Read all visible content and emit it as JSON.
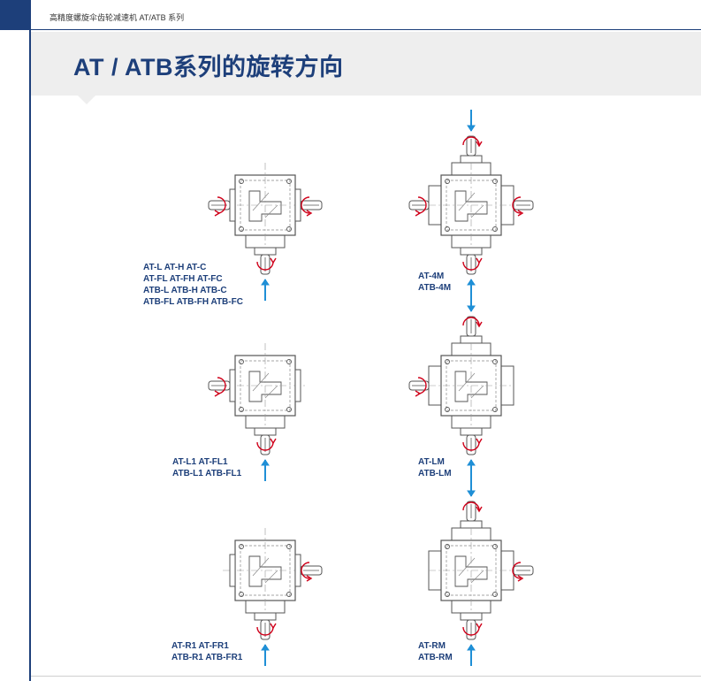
{
  "header": {
    "series_text": "高精度螺旋伞齿轮减速机 AT/ATB 系列"
  },
  "title": "AT / ATB系列的旋转方向",
  "colors": {
    "brand": "#1d3f7a",
    "arrow_blue": "#1f8fd6",
    "rotation_red": "#d0021b"
  },
  "diagrams": [
    {
      "id": "at-l",
      "lines": [
        "AT-L  AT-H  AT-C",
        "AT-FL  AT-FH  AT-FC",
        "ATB-L  ATB-H  ATB-C",
        "ATB-FL  ATB-FH  ATB-FC"
      ]
    },
    {
      "id": "at-4m",
      "lines": [
        "AT-4M",
        "ATB-4M"
      ]
    },
    {
      "id": "at-l1",
      "lines": [
        "AT-L1  AT-FL1",
        "ATB-L1  ATB-FL1"
      ]
    },
    {
      "id": "at-lm",
      "lines": [
        "AT-LM",
        "ATB-LM"
      ]
    },
    {
      "id": "at-r1",
      "lines": [
        "AT-R1  AT-FR1",
        "ATB-R1  ATB-FR1"
      ]
    },
    {
      "id": "at-rm",
      "lines": [
        "AT-RM",
        "ATB-RM"
      ]
    }
  ]
}
